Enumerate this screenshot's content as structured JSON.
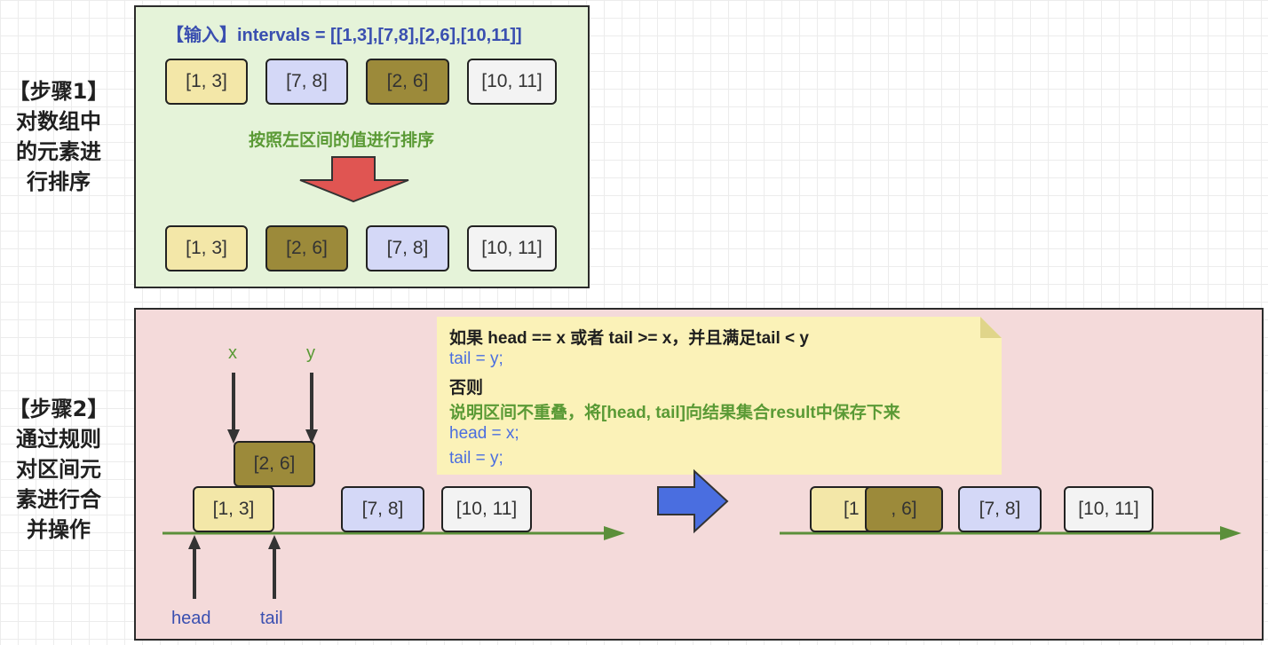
{
  "step1": {
    "label_lines": [
      "【步骤1】",
      "对数组中",
      "的元素进",
      "行排序"
    ],
    "input_title": "【输入】intervals = [[1,3],[7,8],[2,6],[10,11]]",
    "input_intervals": [
      "[1, 3]",
      "[7, 8]",
      "[2, 6]",
      "[10, 11]"
    ],
    "sort_caption": "按照左区间的值进行排序",
    "sorted_intervals": [
      "[1, 3]",
      "[2, 6]",
      "[7, 8]",
      "[10, 11]"
    ]
  },
  "step2": {
    "label_lines": [
      "【步骤2】",
      "通过规则",
      "对区间元",
      "素进行合",
      "并操作"
    ],
    "pointer_x": "x",
    "pointer_y": "y",
    "pointer_head": "head",
    "pointer_tail": "tail",
    "overlap_interval": "[2, 6]",
    "current_interval": "[1, 3]",
    "rest_intervals": [
      "[7, 8]",
      "[10, 11]"
    ],
    "rule_lines": [
      "如果 head == x 或者 tail >= x，并且满足tail < y",
      "tail = y;",
      "否则",
      "说明区间不重叠，将[head, tail]向结果集合result中保存下来",
      "head = x;",
      "tail = y;"
    ],
    "merged_left_part": "[1",
    "merged_right_part": ", 6]",
    "result_rest_intervals": [
      "[7, 8]",
      "[10, 11]"
    ]
  },
  "colors": {
    "yellow": "#f3e7a8",
    "olive": "#9c8a3a",
    "blue": "#d4d8f7",
    "green_text": "#5a9a35",
    "blue_text": "#3a4fb0",
    "red_arrow": "#e05552",
    "blue_arrow": "#4a6ee0",
    "timeline": "#5b8f3a"
  }
}
